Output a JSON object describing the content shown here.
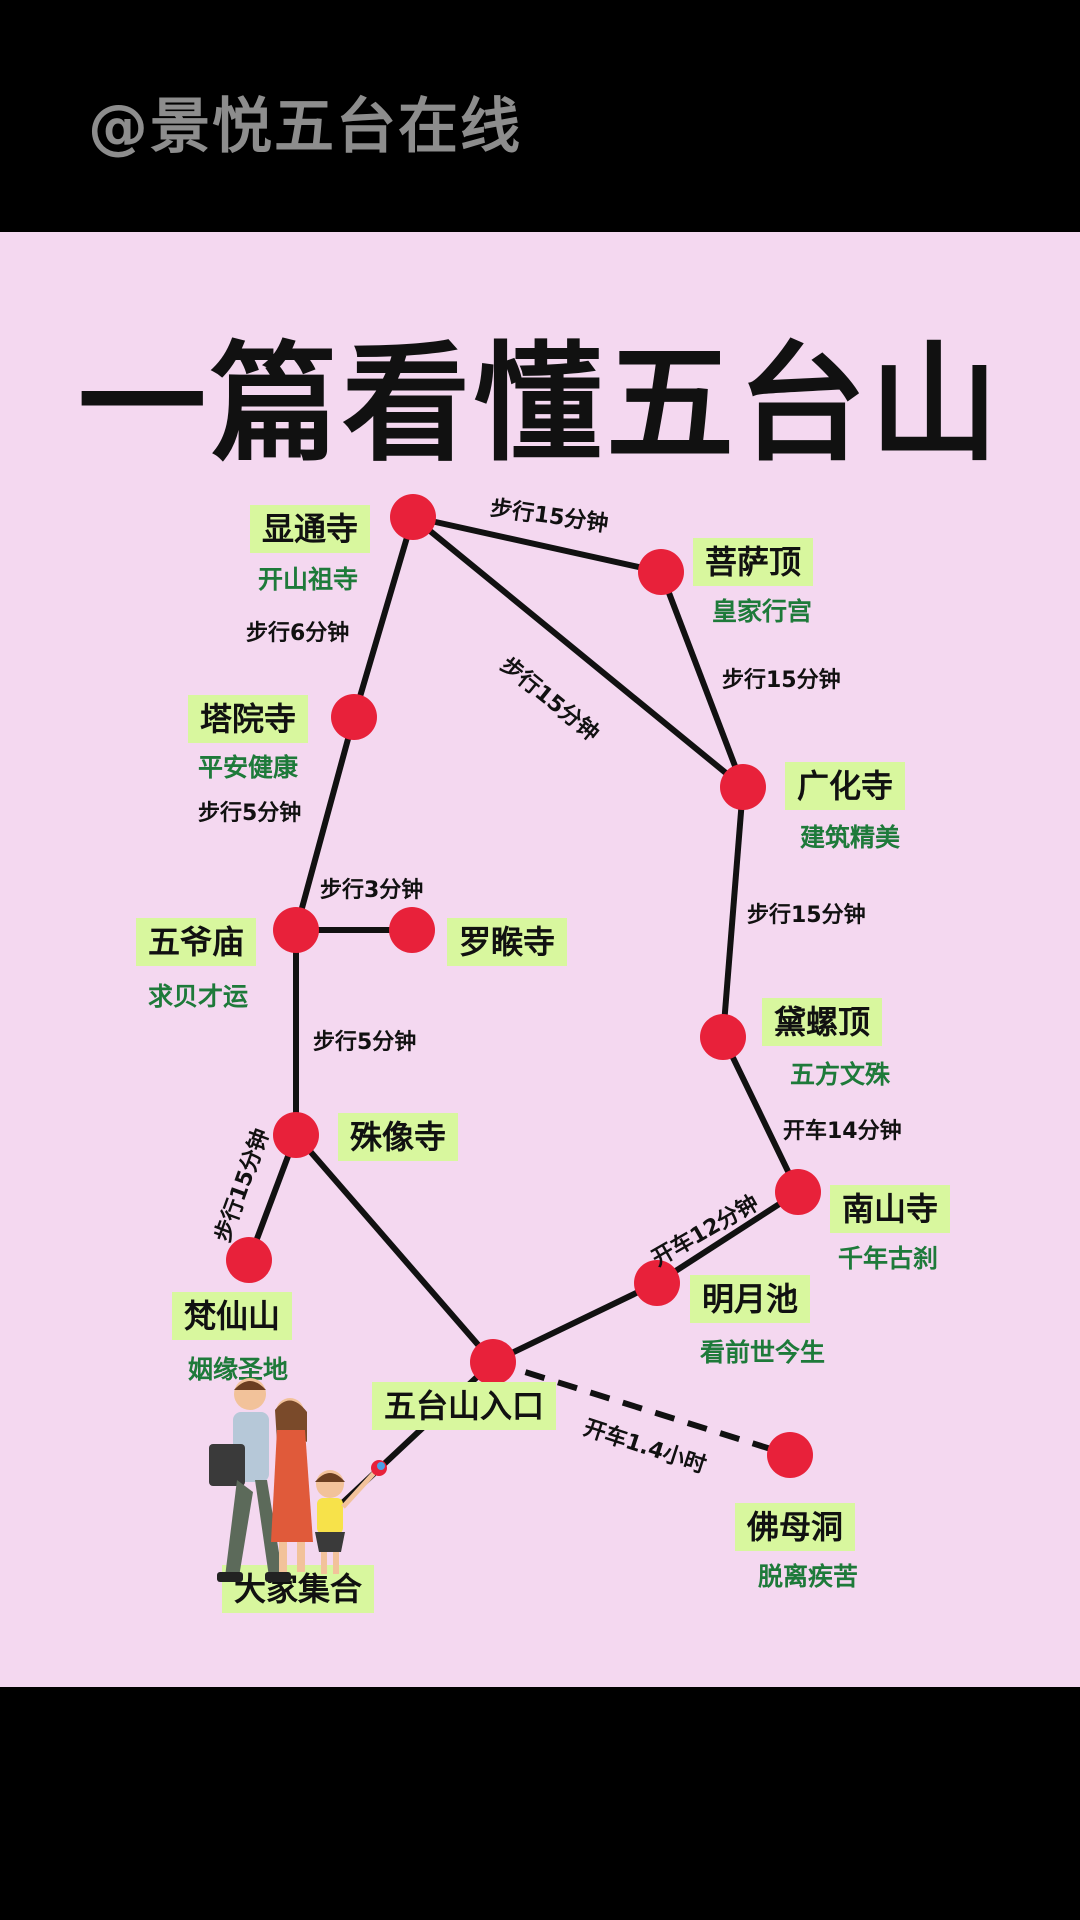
{
  "watermark": "@景悦五台在线",
  "title": "一篇看懂五台山",
  "nodes": {
    "xiantong": {
      "name": "显通寺",
      "sub": "开山祖寺"
    },
    "pusa": {
      "name": "菩萨顶",
      "sub": "皇家行宫"
    },
    "tayuan": {
      "name": "塔院寺",
      "sub": "平安健康"
    },
    "guanghua": {
      "name": "广化寺",
      "sub": "建筑精美"
    },
    "wuye": {
      "name": "五爷庙",
      "sub": "求贝才运"
    },
    "luohou": {
      "name": "罗睺寺",
      "sub": ""
    },
    "dailuo": {
      "name": "黛螺顶",
      "sub": "五方文殊"
    },
    "shuxiang": {
      "name": "殊像寺",
      "sub": ""
    },
    "nanshan": {
      "name": "南山寺",
      "sub": "千年古刹"
    },
    "fanxian": {
      "name": "梵仙山",
      "sub": "姻缘圣地"
    },
    "mingyue": {
      "name": "明月池",
      "sub": "看前世今生"
    },
    "entrance": {
      "name": "五台山入口",
      "sub": ""
    },
    "fomu": {
      "name": "佛母洞",
      "sub": "脱离疾苦"
    },
    "gather": {
      "name": "大家集合",
      "sub": ""
    }
  },
  "edges": {
    "e1": "步行15分钟",
    "e2": "步行6分钟",
    "e3": "步行15分钟",
    "e4": "步行15分钟",
    "e5": "步行5分钟",
    "e6": "步行3分钟",
    "e7": "步行15分钟",
    "e8": "步行5分钟",
    "e9": "开车14分钟",
    "e10": "步行15分钟",
    "e11": "开车12分钟",
    "e12": "开车1.4小时"
  },
  "colors": {
    "panel": "#f4d8f0",
    "node": "#e8213a",
    "label_bg": "#d8f79e",
    "sub_text": "#1e7a3a"
  }
}
